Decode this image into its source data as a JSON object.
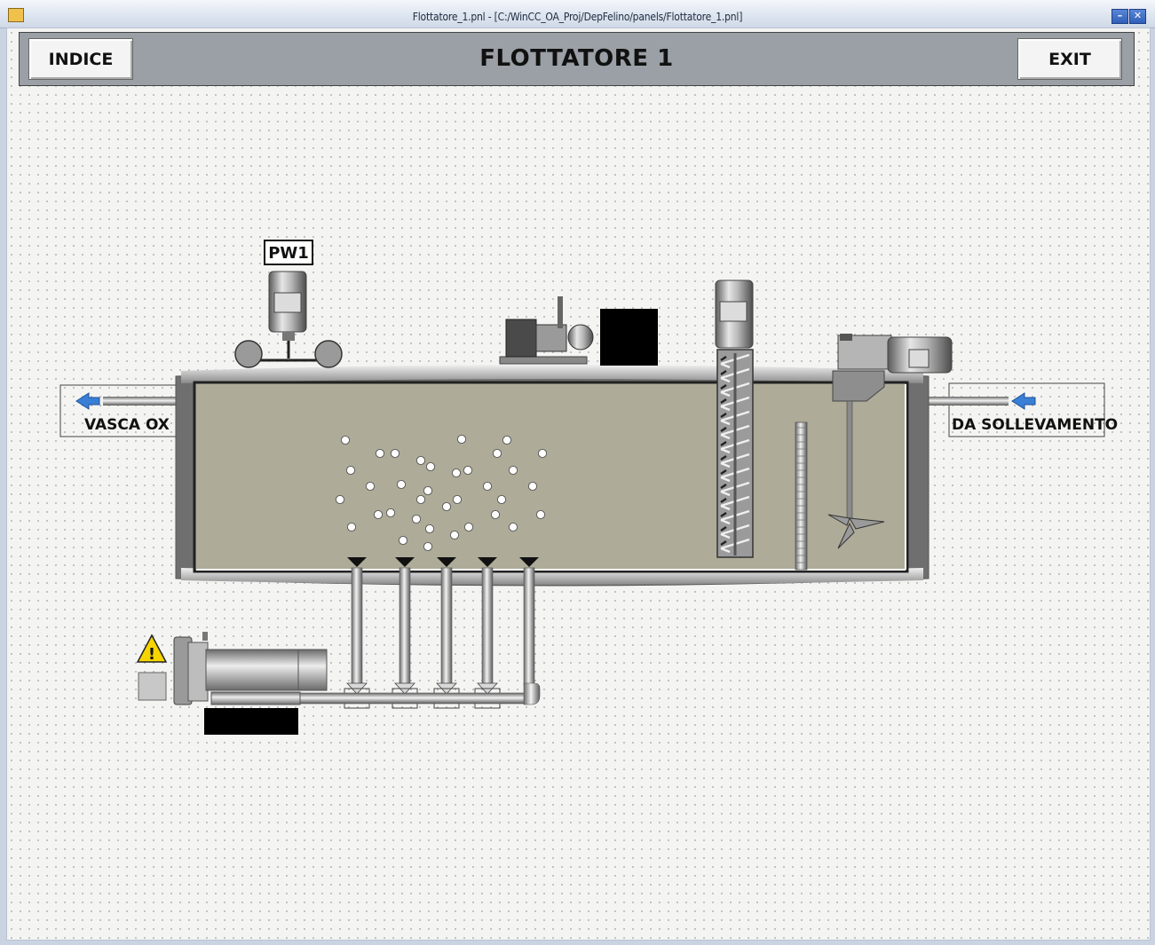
{
  "window": {
    "title": "Flottatore_1.pnl - [C:/WinCC_OA_Proj/DepFelino/panels/Flottatore_1.pnl]",
    "minimize_glyph": "–",
    "close_glyph": "✕"
  },
  "header": {
    "title": "FLOTTATORE 1",
    "left_button": "INDICE",
    "right_button": "EXIT"
  },
  "labels": {
    "pump": "PW1",
    "outlet": "VASCA OX",
    "inlet": "DA SOLLEVAMENTO"
  },
  "icons": {
    "warning": "warning-icon",
    "outlet_arrow": "arrow-left-icon",
    "inlet_arrow": "arrow-left-icon"
  },
  "colors": {
    "tank_liquid": "#aeab99",
    "tank_wall": "#6f6f6f",
    "header_bar": "#9aa0a5",
    "arrow_blue": "#3a7fd6",
    "warning_yellow": "#f5d400",
    "display_black": "#000000"
  }
}
